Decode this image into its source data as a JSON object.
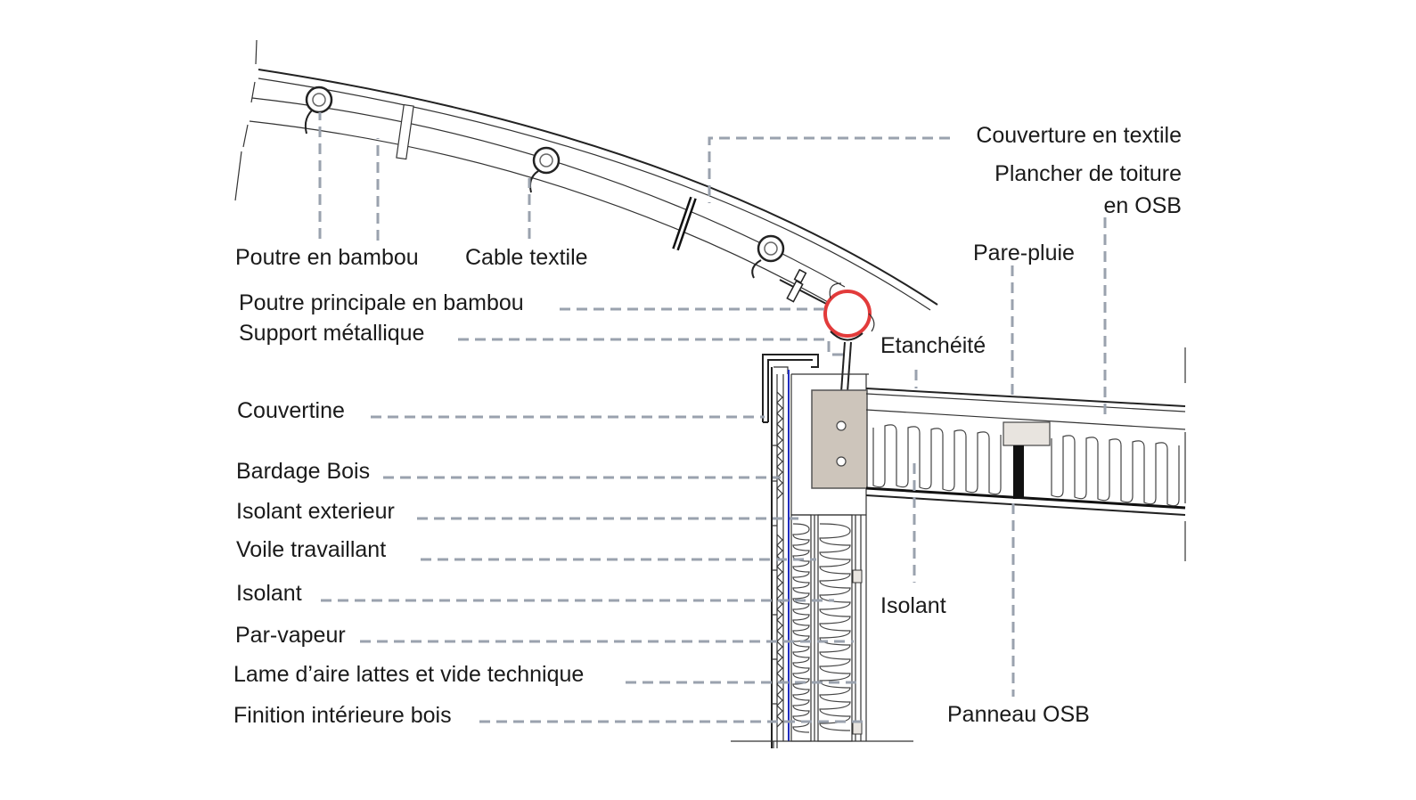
{
  "labels": {
    "couverture_textile": "Couverture en textile",
    "plancher_toiture_1": "Plancher de toiture",
    "plancher_toiture_2": "en OSB",
    "poutre_bambou": "Poutre en bambou",
    "cable_textile": "Cable textile",
    "poutre_principale": "Poutre principale en bambou",
    "support_metallique": "Support métallique",
    "pare_pluie": "Pare-pluie",
    "etancheite": "Etanchéité",
    "couvertine": "Couvertine",
    "bardage_bois": "Bardage Bois",
    "isolant_exterieur": "Isolant exterieur",
    "voile_travaillant": "Voile travaillant",
    "isolant_mur": "Isolant",
    "isolant_toiture": "Isolant",
    "par_vapeur": "Par-vapeur",
    "lame_air": "Lame d’aire lattes et vide technique",
    "finition_interieure": "Finition intérieure bois",
    "panneau_osb": "Panneau OSB"
  },
  "colors": {
    "leader": "#9aa2ae",
    "highlight_circle": "#e23b3b",
    "timber_block": "#cdc5bb",
    "vapour_barrier": "#1f2bbf"
  }
}
